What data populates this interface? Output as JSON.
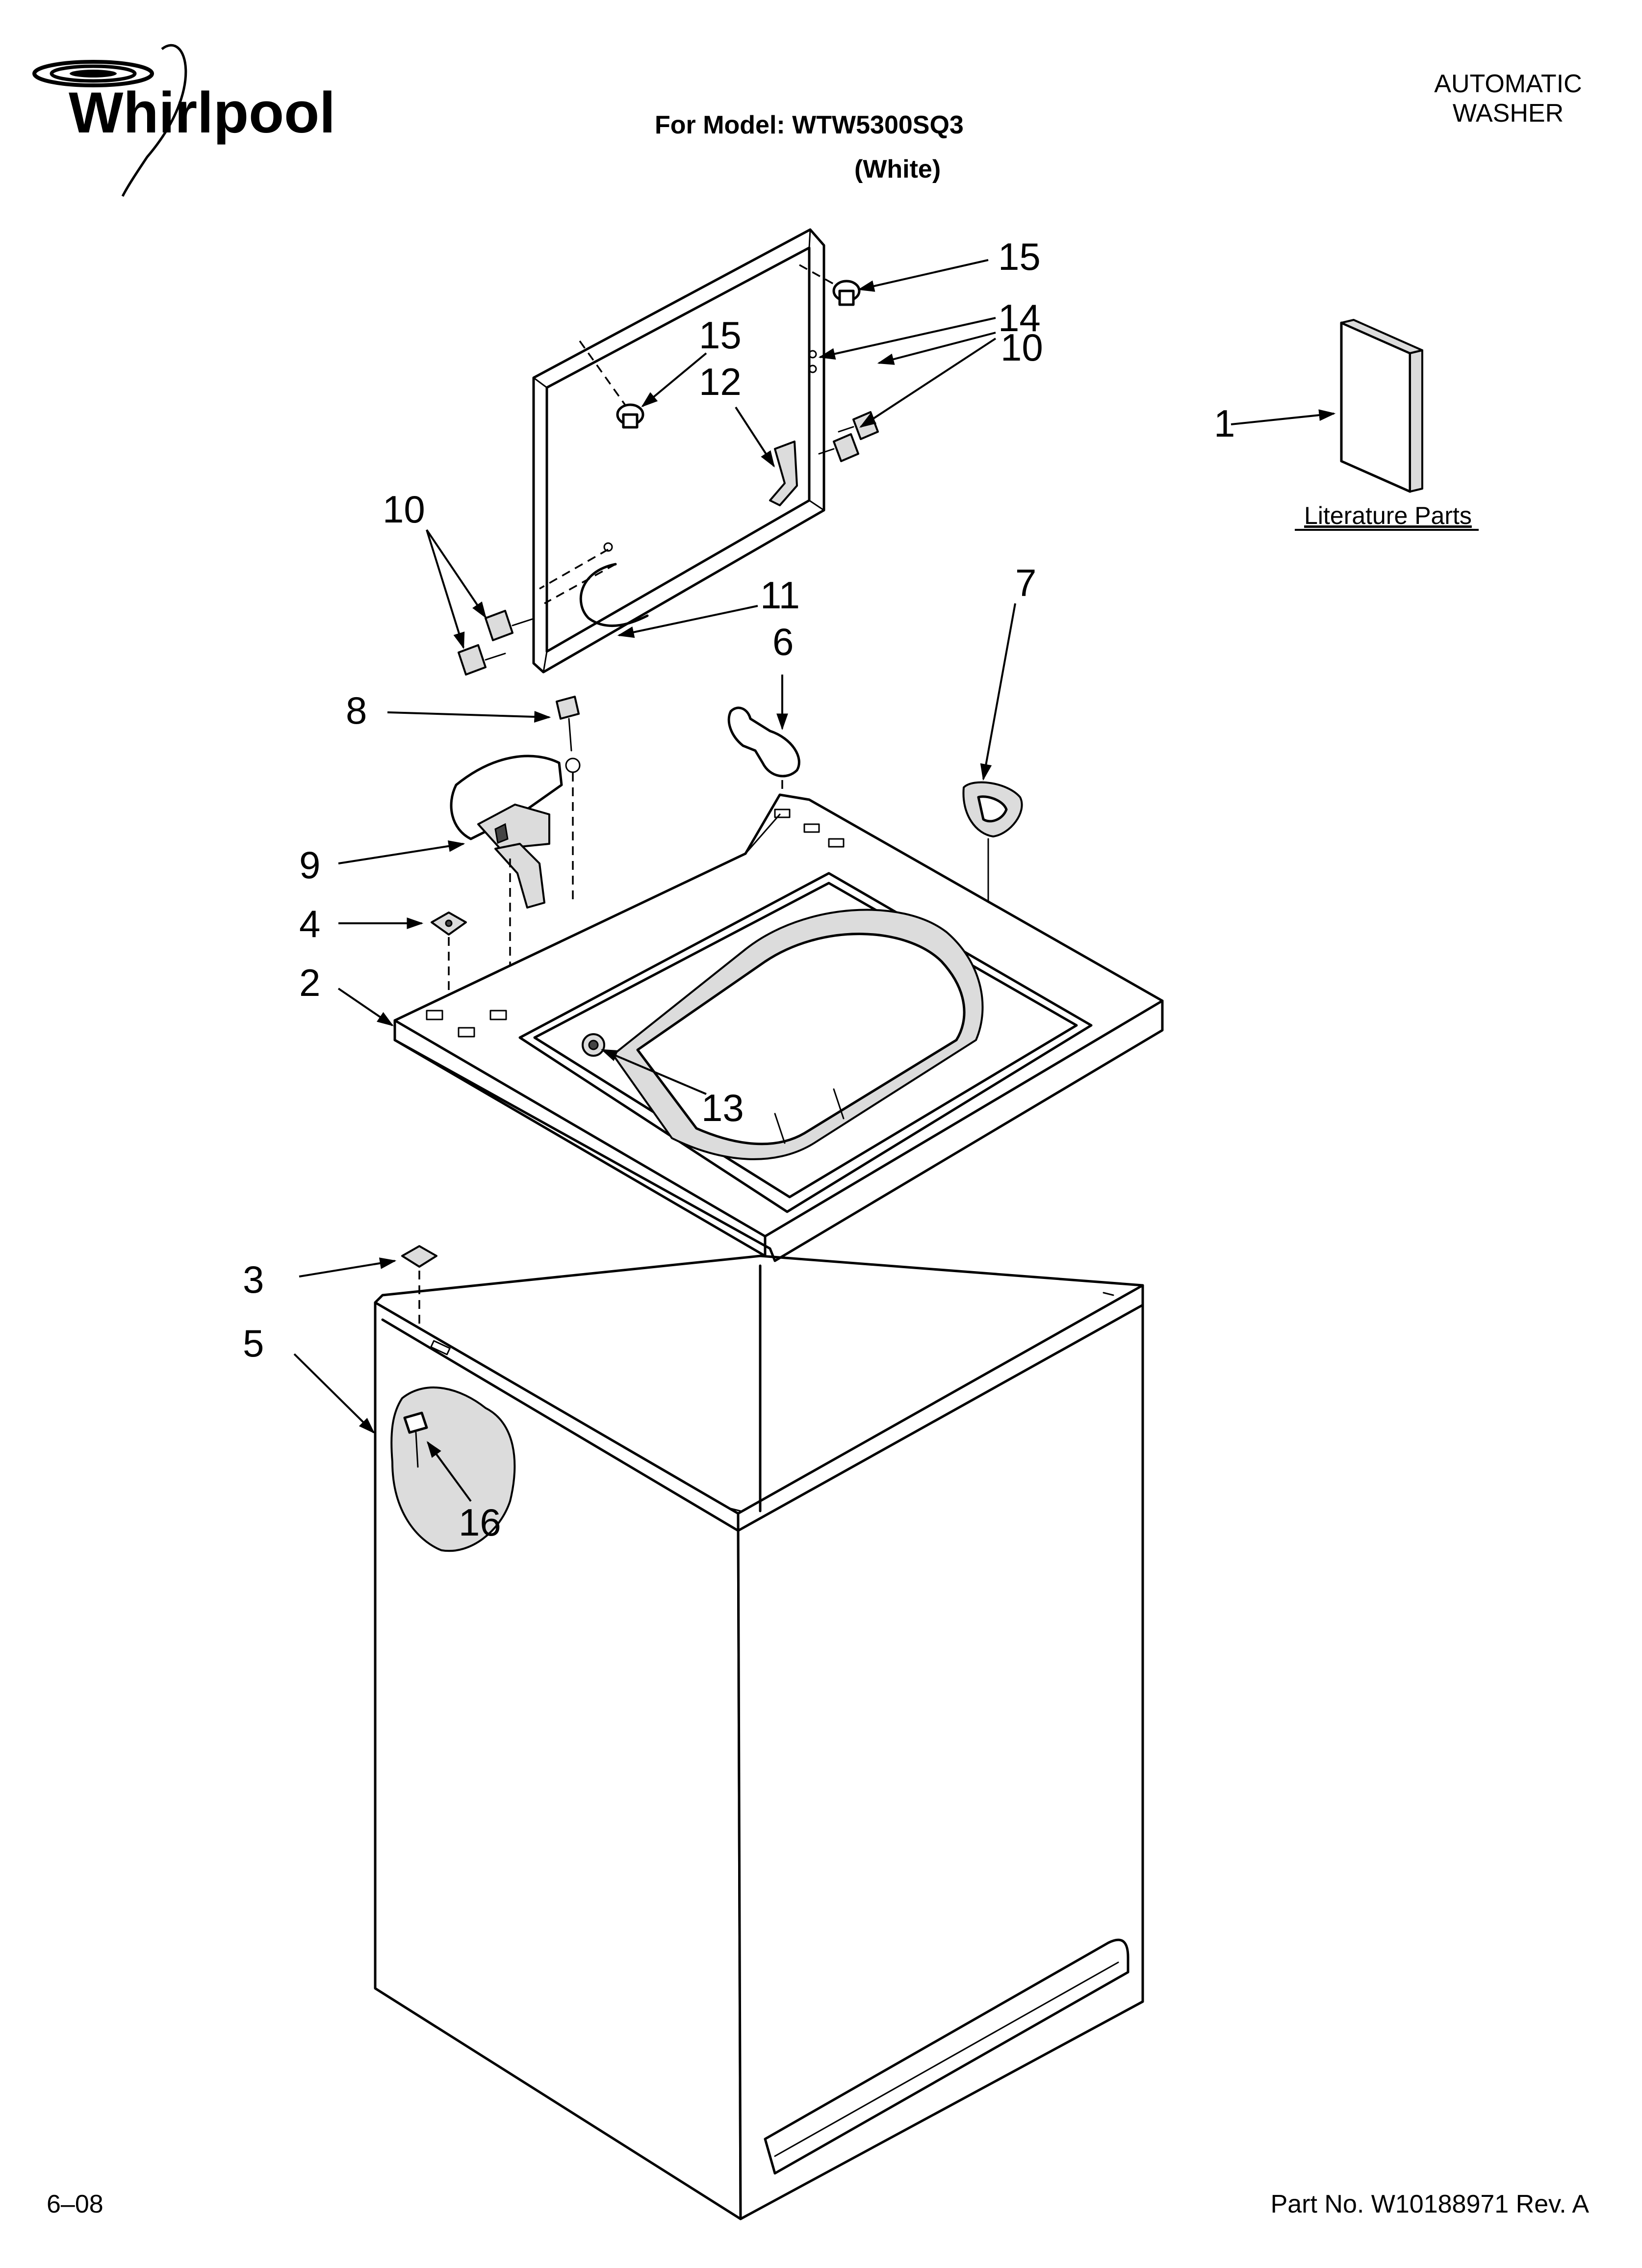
{
  "brand": {
    "name": "Whirlpool"
  },
  "header": {
    "model_line": "For Model: WTW5300SQ3",
    "color_line": "(White)",
    "product_line1": "AUTOMATIC",
    "product_line2": "WASHER"
  },
  "literature": {
    "label": "Literature Parts"
  },
  "callouts": [
    {
      "id": "c15a",
      "text": "15"
    },
    {
      "id": "c14",
      "text": "14"
    },
    {
      "id": "c15b",
      "text": "15"
    },
    {
      "id": "c12",
      "text": "12"
    },
    {
      "id": "c10a",
      "text": "10"
    },
    {
      "id": "c1",
      "text": "1"
    },
    {
      "id": "c10b",
      "text": "10"
    },
    {
      "id": "c11",
      "text": "11"
    },
    {
      "id": "c6",
      "text": "6"
    },
    {
      "id": "c7",
      "text": "7"
    },
    {
      "id": "c8",
      "text": "8"
    },
    {
      "id": "c9",
      "text": "9"
    },
    {
      "id": "c4",
      "text": "4"
    },
    {
      "id": "c2",
      "text": "2"
    },
    {
      "id": "c13",
      "text": "13"
    },
    {
      "id": "c3",
      "text": "3"
    },
    {
      "id": "c5",
      "text": "5"
    },
    {
      "id": "c16",
      "text": "16"
    }
  ],
  "footer": {
    "date": "6–08",
    "part_number": "Part No. W10188971 Rev. A"
  }
}
